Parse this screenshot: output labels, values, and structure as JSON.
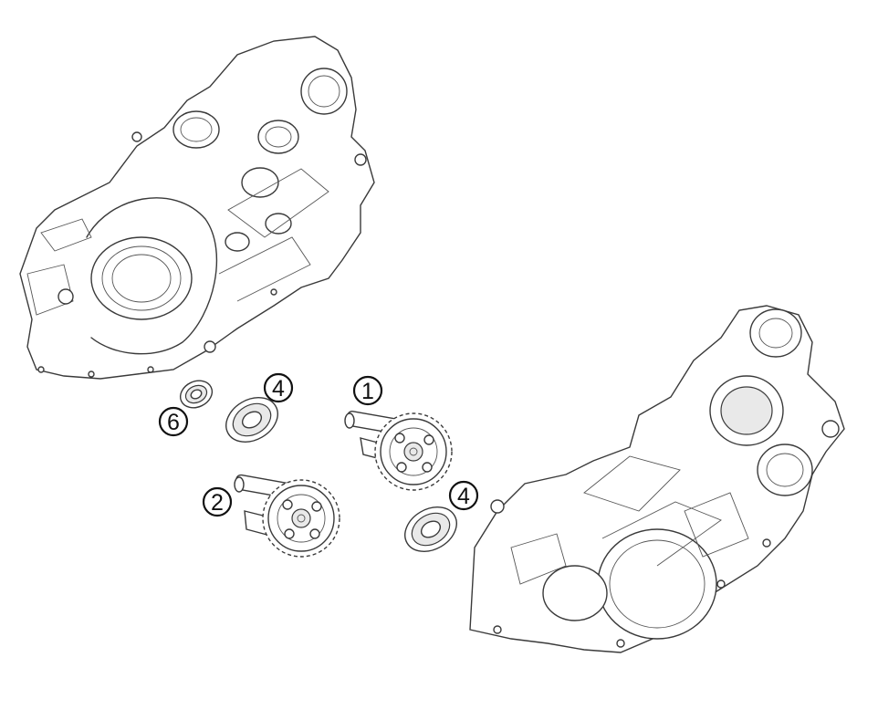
{
  "callouts": {
    "gear_shaft_upper": "1",
    "gear_shaft_lower": "2",
    "bearing_upper": "4",
    "bearing_lower": "4",
    "seal": "6"
  }
}
